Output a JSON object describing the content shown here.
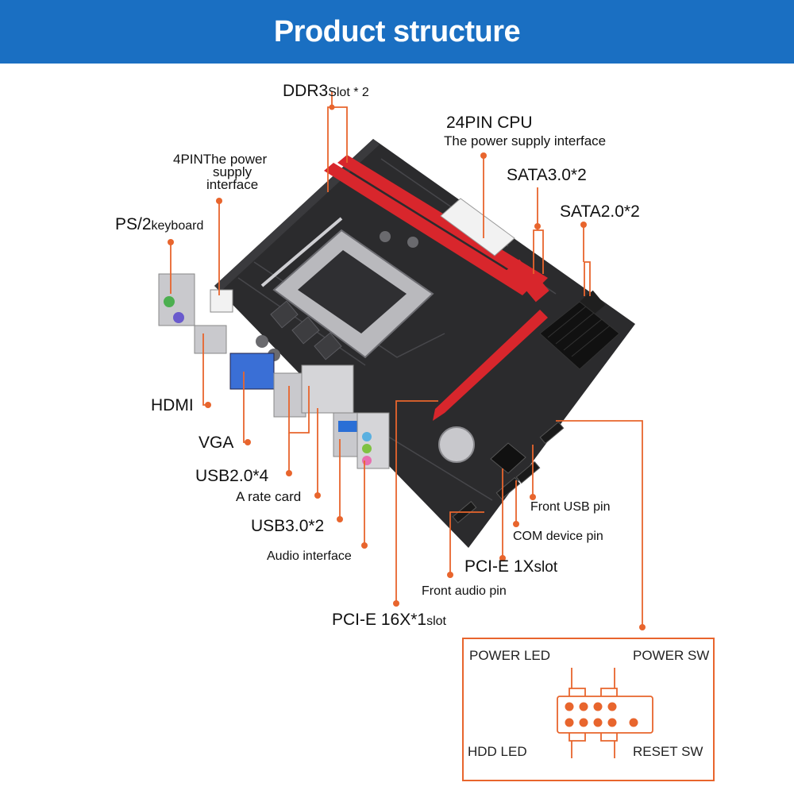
{
  "header": {
    "title": "Product structure"
  },
  "labels": {
    "ddr3_main": "DDR3",
    "ddr3_sub": "Slot * 2",
    "cpu24_main": "24PIN CPU",
    "cpu24_sub": "The power supply interface",
    "pin4_main": "4PIN",
    "pin4_line1": "The power",
    "pin4_line2": "supply",
    "pin4_line3": "interface",
    "sata3": "SATA3.0*2",
    "sata2": "SATA2.0*2",
    "ps2_main": "PS/2",
    "ps2_sub": "keyboard",
    "hdmi": "HDMI",
    "vga": "VGA",
    "usb2": "USB2.0*4",
    "rate_card": "A rate card",
    "usb3": "USB3.0*2",
    "audio_interface": "Audio interface",
    "front_usb": "Front USB pin",
    "com_device": "COM device pin",
    "pcie1_main": "PCI-E 1X",
    "pcie1_sub": "slot",
    "front_audio": "Front audio pin",
    "pcie16_main": "PCI-E 16X*1",
    "pcie16_sub": "slot"
  },
  "pin_header": {
    "power_led": "POWER LED",
    "power_sw": "POWER SW",
    "hdd_led": "HDD LED",
    "reset_sw": "RESET SW"
  },
  "colors": {
    "header_bg": "#1a6fc2",
    "accent": "#e8652d",
    "board": "#2b2b2d",
    "slot_red": "#d8262c"
  }
}
